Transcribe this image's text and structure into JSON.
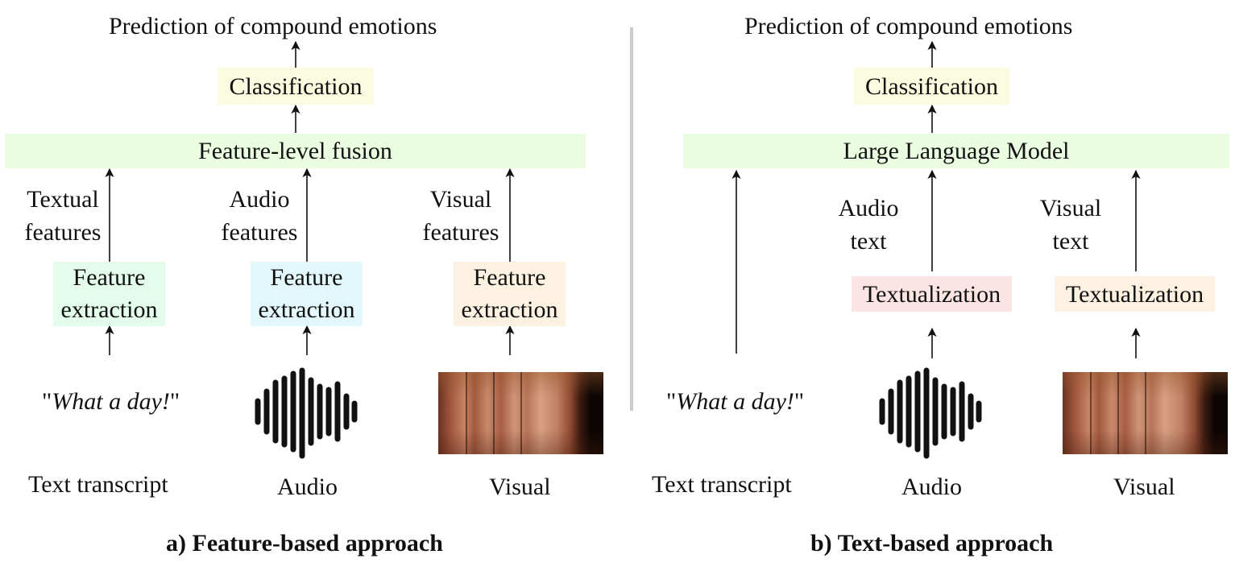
{
  "colors": {
    "green": "#eafde0",
    "yellow": "#fbfcdf",
    "mint": "#e4fcec",
    "cyan": "#e2f8fc",
    "peach": "#fdf1e2",
    "pink": "#fde4e4",
    "divider": "#cccccc"
  },
  "panel_a": {
    "top_label": "Prediction of compound emotions",
    "classification": "Classification",
    "fusion": "Feature-level fusion",
    "textual_features": [
      "Textual",
      "features"
    ],
    "audio_features": [
      "Audio",
      "features"
    ],
    "visual_features": [
      "Visual",
      "features"
    ],
    "feature_extraction": [
      "Feature",
      "extraction"
    ],
    "quote_open": "\"",
    "quote_text": "What a day!",
    "quote_close": "\"",
    "audio_icon": "waveform-icon",
    "visual_icon": "face-frames-image",
    "text_label": "Text transcript",
    "audio_label": "Audio",
    "visual_label": "Visual",
    "caption": "a) Feature-based approach"
  },
  "panel_b": {
    "top_label": "Prediction of compound emotions",
    "classification": "Classification",
    "llm": "Large Language Model",
    "audio_text": [
      "Audio",
      "text"
    ],
    "visual_text": [
      "Visual",
      "text"
    ],
    "textualization": "Textualization",
    "quote_open": "\"",
    "quote_text": "What a day!",
    "quote_close": "\"",
    "audio_icon": "waveform-icon",
    "visual_icon": "face-frames-image",
    "text_label": "Text transcript",
    "audio_label": "Audio",
    "visual_label": "Visual",
    "caption": "b) Text-based approach"
  }
}
